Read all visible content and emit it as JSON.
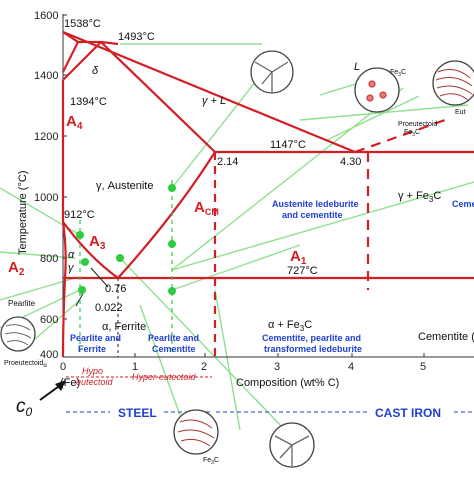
{
  "axes": {
    "y_ticks": [
      "1600",
      "1400",
      "1200",
      "1000",
      "800",
      "600",
      "400"
    ],
    "x_ticks": [
      "0",
      "1",
      "2",
      "3",
      "4",
      "5"
    ],
    "y_label": "Temperature (°C)",
    "x_label": "Composition (wt% C)",
    "x_origin_label": "(Fe)"
  },
  "temperatures": {
    "t1538": "1538°C",
    "t1493": "1493°C",
    "t1394": "1394°C",
    "t1147": "1147°C",
    "t912": "912°C",
    "t727": "727°C"
  },
  "compositions": {
    "c214": "2.14",
    "c430": "4.30",
    "c076": "0.76",
    "c0022": "0.022"
  },
  "phases": {
    "delta": "δ",
    "gamma_l": "γ + L",
    "liquid": "L",
    "austenite": "γ, Austenite",
    "gamma_fe3c": "γ + Fe",
    "alpha_ferrite": "α, Ferrite",
    "alpha_fe3c": "α + Fe",
    "cementite": "Cementite (",
    "alpha": "α",
    "gamma": "γ"
  },
  "critical_lines": {
    "a4": "A",
    "a4_sub": "4",
    "acm": "A",
    "acm_sub": "CM",
    "a3": "A",
    "a3_sub": "3",
    "a1": "A",
    "a1_sub": "1",
    "a2": "A",
    "a2_sub": "2"
  },
  "region_labels": {
    "austenite_ledeburite": [
      "Austenite ledeburite",
      "and cementite"
    ],
    "ceme": "Ceme",
    "pearlite_ferrite": [
      "Pearlite and",
      "Ferrite"
    ],
    "pearlite_cementite": [
      "Pearlite and",
      "Cementite"
    ],
    "cementite_pearlite_ledeburite": [
      "Cementite, pearlite and",
      "transformed ledeburite"
    ]
  },
  "classification": {
    "hypo": [
      "Hypo",
      "eutectoid"
    ],
    "hyper": "Hyper-eutectoid",
    "steel": "STEEL",
    "cast_iron": "CAST IRON"
  },
  "microstructure_labels": {
    "pearlite": "Pearlite",
    "proeutectoid_alpha": "Proeutectoid",
    "fe3c": "Fe",
    "proeutectoid_fe3c": "Proeutectoid",
    "eut": "Eut"
  },
  "marker": {
    "c0": "c",
    "c0_sub": "0"
  },
  "colors": {
    "phase_line": "#d21f26",
    "tie_line": "#7de07d",
    "label_blue": "#1f3fd1",
    "marker_green": "#2ecc40"
  }
}
